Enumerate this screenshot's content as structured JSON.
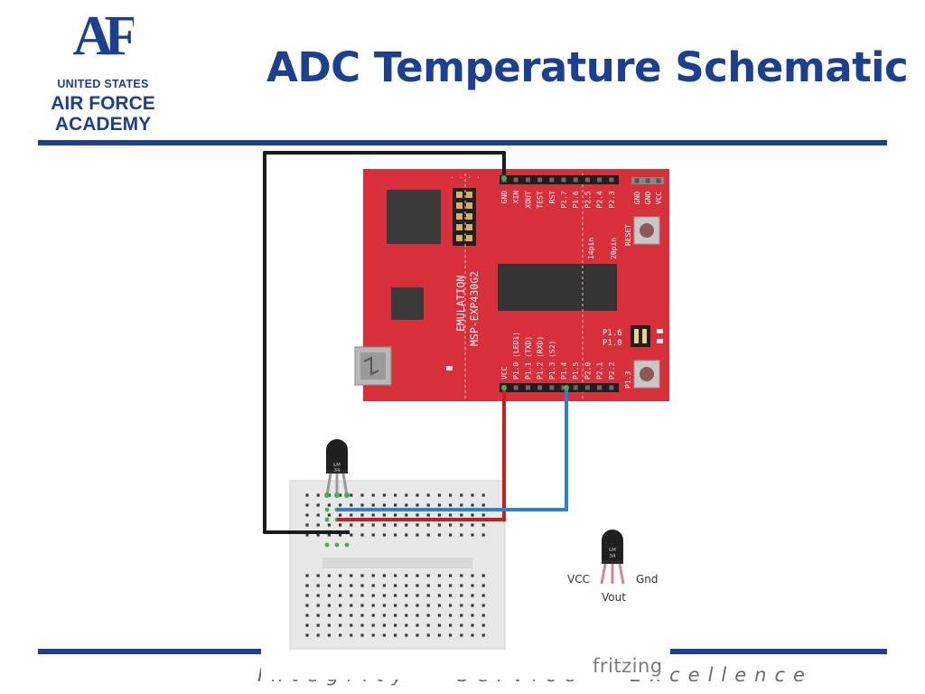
{
  "slide": {
    "title": "ADC Temperature Schematic",
    "footer": "Integrity – Service – Excellence"
  },
  "logo": {
    "mark": "AF",
    "line1": "UNITED STATES",
    "line2": "AIR FORCE",
    "line3": "ACADEMY"
  },
  "board": {
    "name_line1": "EMULATION",
    "name_line2": "MSP-EXP430G2",
    "top_pins": [
      "GND",
      "XIN",
      "XOUT",
      "TEST",
      "RST",
      "P1.7",
      "P1.6",
      "P2.5",
      "P2.4",
      "P2.3"
    ],
    "bottom_pins": [
      "VCC",
      "P1.0 (LED1)",
      "P1.1 (TXD)",
      "P1.2 (RXD)",
      "P1.3 (S2)",
      "P1.4",
      "P1.5",
      "P2.0",
      "P2.1",
      "P2.2"
    ],
    "right_pins": [
      "GND",
      "GND",
      "VCC"
    ],
    "label_14pin": "14pin",
    "label_20pin": "20pin",
    "label_reset": "RESET",
    "label_p16": "P1.6",
    "label_p10": "P1.0",
    "label_p13": "P1.3",
    "dots": ". . . ."
  },
  "sensor": {
    "part_line1": "LM",
    "part_line2": "34",
    "pin_vcc": "VCC",
    "pin_gnd": "Gnd",
    "pin_vout": "Vout"
  },
  "credit": "fritzing",
  "colors": {
    "accent": "#1c3f8f",
    "board": "#d8303a",
    "wire_vcc": "#c81e1e",
    "wire_signal": "#2f7fd0",
    "wire_gnd": "#1a1a1a"
  }
}
